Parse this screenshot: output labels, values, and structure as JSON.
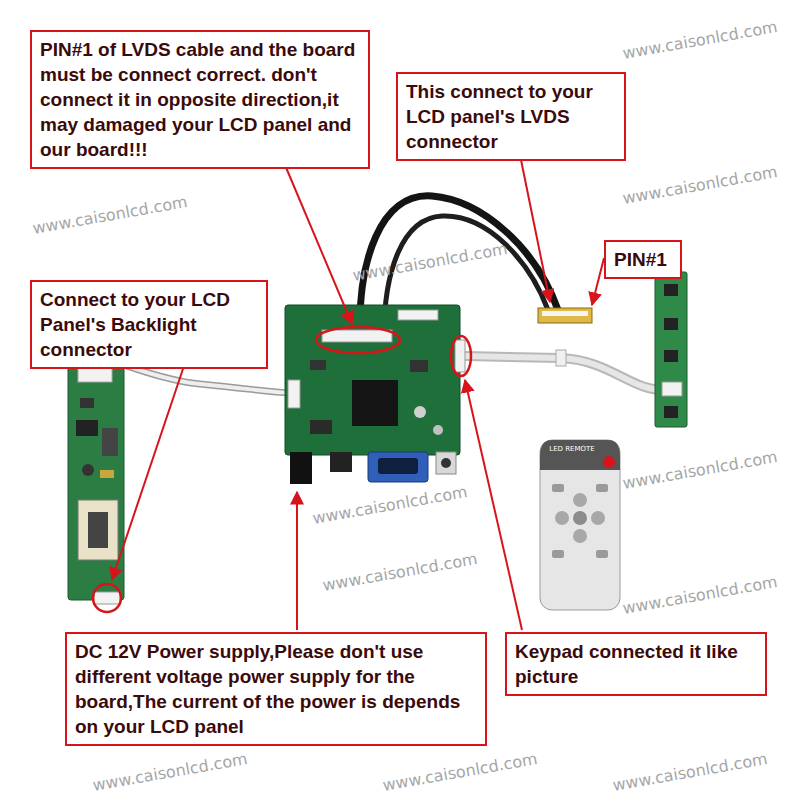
{
  "diagram": {
    "nodes": [
      {
        "text": [
          "PIN#1 of LVDS cable and the board must be connect correct. don't connect it in opposite direction,it may damaged your LCD panel and our board!!!"
        ]
      },
      {
        "text": [
          "This connect to your LCD panel's LVDS connector"
        ]
      },
      {
        "text": [
          "PIN#1"
        ]
      },
      {
        "text": [
          "Connect to your LCD Panel's Backlight connector"
        ]
      },
      {
        "text": [
          "DC 12V Power supply,Please don't use different voltage power supply for the board,The current of the power is depends on your LCD panel"
        ]
      },
      {
        "text": [
          "Keypad connected it like picture"
        ]
      }
    ],
    "labels": [
      "LED REMOTE",
      "www.caisonlcd.com",
      "www.caisonlcd.com",
      "www.caisonlcd.com",
      "www.caisonlcd.com",
      "www.caisonlcd.com",
      "www.caisonlcd.com",
      "www.caisonlcd.com",
      "www.caisonlcd.com",
      "www.caisonlcd.com",
      "www.caisonlcd.com",
      "www.caisonlcd.com"
    ]
  }
}
